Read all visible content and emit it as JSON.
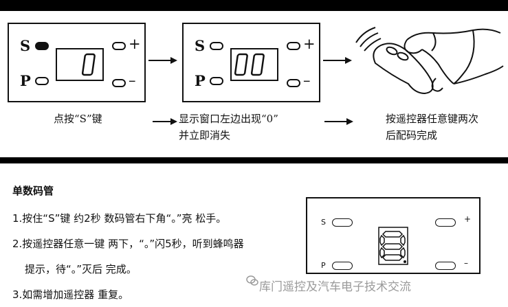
{
  "panel1": {
    "s_label": "S",
    "p_label": "P",
    "plus_sign": "+",
    "minus_sign": "–",
    "display": "0"
  },
  "panel2": {
    "s_label": "S",
    "p_label": "P",
    "plus_sign": "+",
    "minus_sign": "–",
    "display": "00"
  },
  "captions": {
    "step1": "点按“S”键",
    "step2_line1": "显示窗口左边出现“0”",
    "step2_line2": "并立即消失",
    "step3_line1": "按遥控器任意键两次",
    "step3_line2": "后配码完成"
  },
  "section": {
    "heading": "单数码管",
    "lines": [
      "1.按住“S”键 约2秒 数码管右下角“。”亮 松手。",
      "2.按遥控器任意一键 两下，“。”闪5秒，听到蜂鸣器",
      "提示，待“。”灭后 完成。",
      "3.如需增加遥控器 重复。"
    ]
  },
  "mini_panel": {
    "s_label": "S",
    "p_label": "P",
    "plus_sign": "+",
    "minus_sign": "–"
  },
  "watermark": {
    "text": "库门遥控及汽车电子技术交流"
  },
  "icons": {
    "arrow": "right-arrow-icon",
    "hand_remote": "hand-remote-icon",
    "seven_segment": "seven-segment-icon",
    "wechat": "wechat-icon"
  }
}
